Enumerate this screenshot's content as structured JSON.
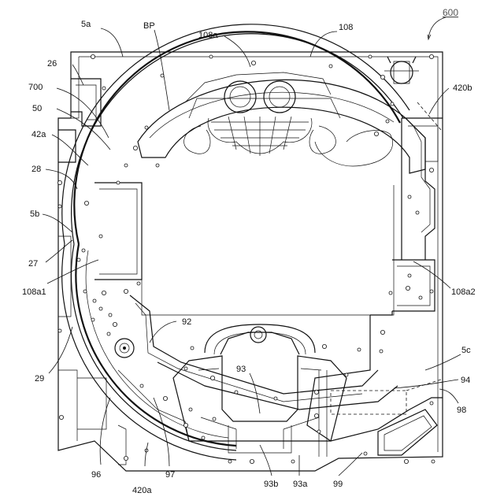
{
  "figure": {
    "number": "600",
    "colors": {
      "line": "#111111",
      "figure_number": "#555555",
      "background": "#ffffff"
    }
  },
  "labels": [
    "5a",
    "BP",
    "108a",
    "108",
    "26",
    "700",
    "50",
    "42a",
    "28",
    "5b",
    "27",
    "108a1",
    "29",
    "96",
    "420a",
    "97",
    "92",
    "93",
    "93b",
    "93a",
    "99",
    "94",
    "98",
    "5c",
    "108a2",
    "420b"
  ]
}
